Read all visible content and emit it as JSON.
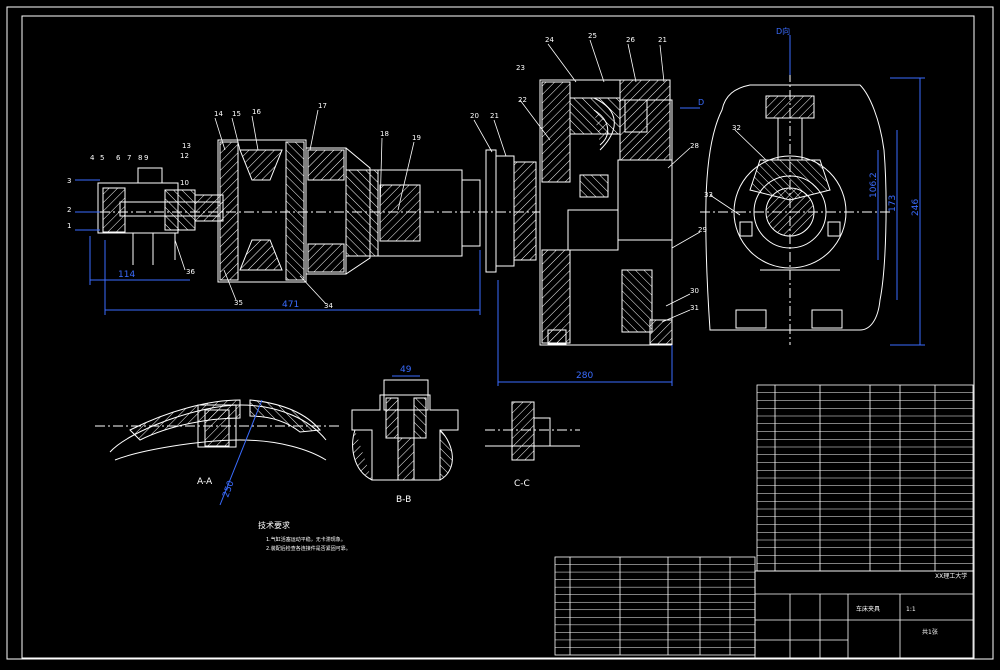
{
  "drawing": {
    "callouts": {
      "c3": "3",
      "c4": "4",
      "c5": "5",
      "c6": "6",
      "c7": "7",
      "c8": "8",
      "c9": "9",
      "c10": "10",
      "c12": "12",
      "c13": "13",
      "c14": "14",
      "c15": "15",
      "c16": "16",
      "c17": "17",
      "c18": "18",
      "c19": "19",
      "c20": "20",
      "c21": "21",
      "c21b": "21",
      "c22": "22",
      "c23": "23",
      "c24": "24",
      "c25": "25",
      "c26": "26",
      "c28": "28",
      "c29": "29",
      "c30": "30",
      "c31": "31",
      "c32": "32",
      "c33": "33",
      "c34": "34",
      "c35": "35",
      "c36": "36",
      "c2": "2",
      "c1": "1"
    },
    "dimensions": {
      "d114": "114",
      "d471": "471",
      "d280": "280",
      "d49": "49",
      "d173": "173",
      "d246": "246",
      "d1062": "106.2",
      "d250": "250"
    },
    "view_labels": {
      "aa": "A-A",
      "bb": "B-B",
      "cc": "C-C",
      "d": "D",
      "dview": "D向"
    },
    "notes": {
      "title": "技术要求",
      "line1": "1.气缸活塞运动平稳，无卡滞现象。",
      "line2": "2.装配后检查各连接件是否紧固可靠。"
    },
    "title_block": {
      "school": "XX理工大学",
      "drawing_name": "车床夹具",
      "scale": "1:1",
      "sheet": "共1张"
    }
  },
  "colors": {
    "background": "#000000",
    "outline": "#ffffff",
    "dimension": "#3a6cff",
    "hatch": "#ffffff"
  }
}
